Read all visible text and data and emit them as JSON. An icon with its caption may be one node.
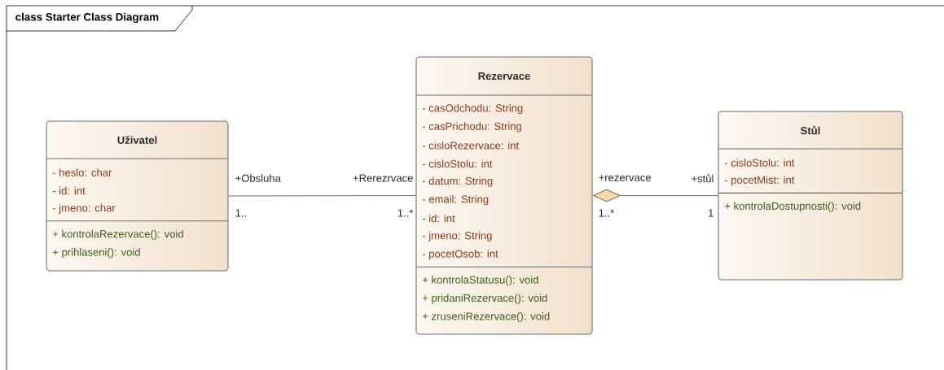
{
  "diagram": {
    "title": "class Starter Class Diagram",
    "nodes": [
      {
        "text": [
          "Uživatel",
          "- heslo: char",
          "- id: int",
          "- jmeno: char",
          "+ kontrolaRezervace(): void",
          "+ prihlaseni(): void"
        ]
      },
      {
        "text": [
          "Rezervace",
          "- casOdchodu: String",
          "- casPrichodu: String",
          "- cisloRezervace: int",
          "- cisloStolu: int",
          "- datum: String",
          "- email: String",
          "- id: int",
          "- jmeno: String",
          "- pocetOsob: int",
          "+ kontrolaStatusu(): void",
          "+ pridaniRezervace(): void",
          "+ zruseniRezervace(): void"
        ]
      },
      {
        "text": [
          "Stůl",
          "- cisloStolu: int",
          "- pocetMist: int",
          "+ kontrolaDostupnosti(): void"
        ]
      }
    ],
    "edges": [
      {
        "from": 0,
        "to": 1,
        "arrow": "none"
      },
      {
        "from": 1,
        "to": 2,
        "arrow": "other"
      }
    ],
    "labels": [
      "+Obsluha",
      "1..",
      "+Rerezrvace",
      "1..*",
      "+rezervace",
      "1..*",
      "+stůl",
      "1"
    ]
  }
}
